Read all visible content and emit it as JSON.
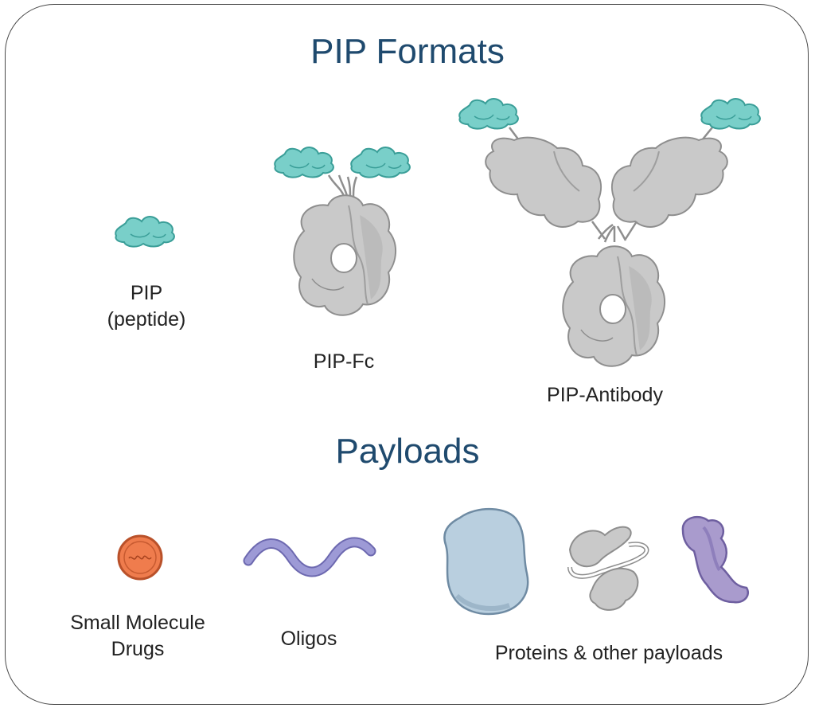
{
  "sections": {
    "formats_title": "PIP Formats",
    "payloads_title": "Payloads"
  },
  "formats": {
    "pip_line1": "PIP",
    "pip_line2": "(peptide)",
    "pip_fc": "PIP-Fc",
    "pip_antibody": "PIP-Antibody"
  },
  "payloads": {
    "small_molecule_line1": "Small Molecule",
    "small_molecule_line2": "Drugs",
    "oligos": "Oligos",
    "proteins": "Proteins & other payloads"
  },
  "colors": {
    "title": "#1f4a6e",
    "peptide": "#79cfc9",
    "peptide_outline": "#3a9e98",
    "protein_grey": "#c9c9c9",
    "protein_grey_outline": "#8e8e8e",
    "drug_orange": "#ef7c4d",
    "oligo_purple": "#9d9ad6",
    "protein_blue": "#b9cfdf",
    "protein_purple": "#a99bcd"
  }
}
